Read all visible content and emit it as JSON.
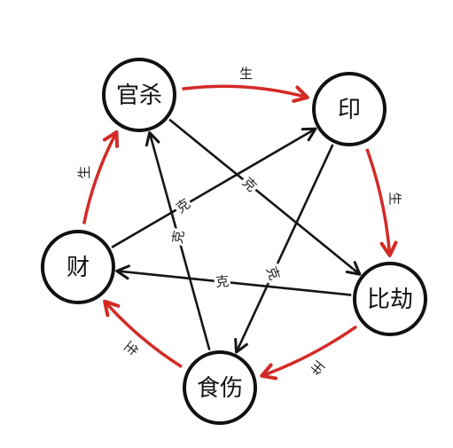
{
  "colors": {
    "generate": "#d42a26",
    "overcome": "#151515",
    "node_stroke": "#111111",
    "node_fill": "#ffffff",
    "text": "#111111"
  },
  "nodes": [
    {
      "id": "guansha",
      "label": "官杀"
    },
    {
      "id": "yin",
      "label": "印"
    },
    {
      "id": "bijie",
      "label": "比劫"
    },
    {
      "id": "shishang",
      "label": "食伤"
    },
    {
      "id": "cai",
      "label": "财"
    }
  ],
  "generate_label": "生",
  "overcome_label": "克",
  "cycle_edges": [
    {
      "from": "guansha",
      "to": "yin",
      "label": "生"
    },
    {
      "from": "yin",
      "to": "bijie",
      "label": "生"
    },
    {
      "from": "bijie",
      "to": "shishang",
      "label": "生"
    },
    {
      "from": "shishang",
      "to": "cai",
      "label": "生"
    },
    {
      "from": "cai",
      "to": "guansha",
      "label": "生"
    }
  ],
  "star_edges": [
    {
      "from": "guansha",
      "to": "bijie",
      "label": "克"
    },
    {
      "from": "bijie",
      "to": "cai",
      "label": "克"
    },
    {
      "from": "cai",
      "to": "yin",
      "label": "克"
    },
    {
      "from": "yin",
      "to": "shishang",
      "label": "克"
    },
    {
      "from": "shishang",
      "to": "guansha",
      "label": "克"
    }
  ]
}
